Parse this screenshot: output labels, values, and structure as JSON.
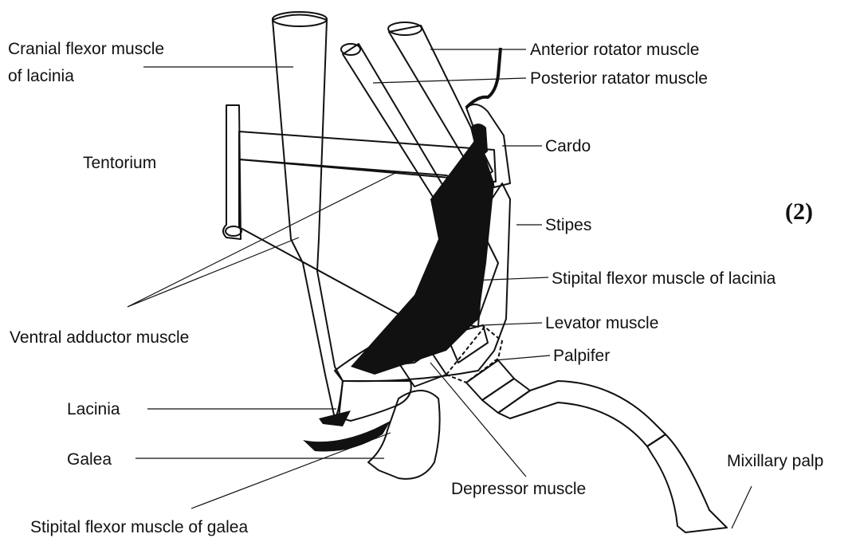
{
  "figure_label": "(2)",
  "labels": {
    "cranial_flexor_line1": "Cranial flexor muscle",
    "cranial_flexor_line2": "of lacinia",
    "anterior_rotator": "Anterior rotator muscle",
    "posterior_rotator": "Posterior ratator muscle",
    "tentorium": "Tentorium",
    "cardo": "Cardo",
    "stipes": "Stipes",
    "stipital_flexor_lacinia": "Stipital flexor muscle of lacinia",
    "ventral_adductor": "Ventral adductor muscle",
    "levator": "Levator muscle",
    "palpifer": "Palpifer",
    "lacinia": "Lacinia",
    "galea": "Galea",
    "depressor": "Depressor muscle",
    "mixillary_palp": "Mixillary palp",
    "stipital_flexor_galea": "Stipital flexor muscle of galea"
  }
}
